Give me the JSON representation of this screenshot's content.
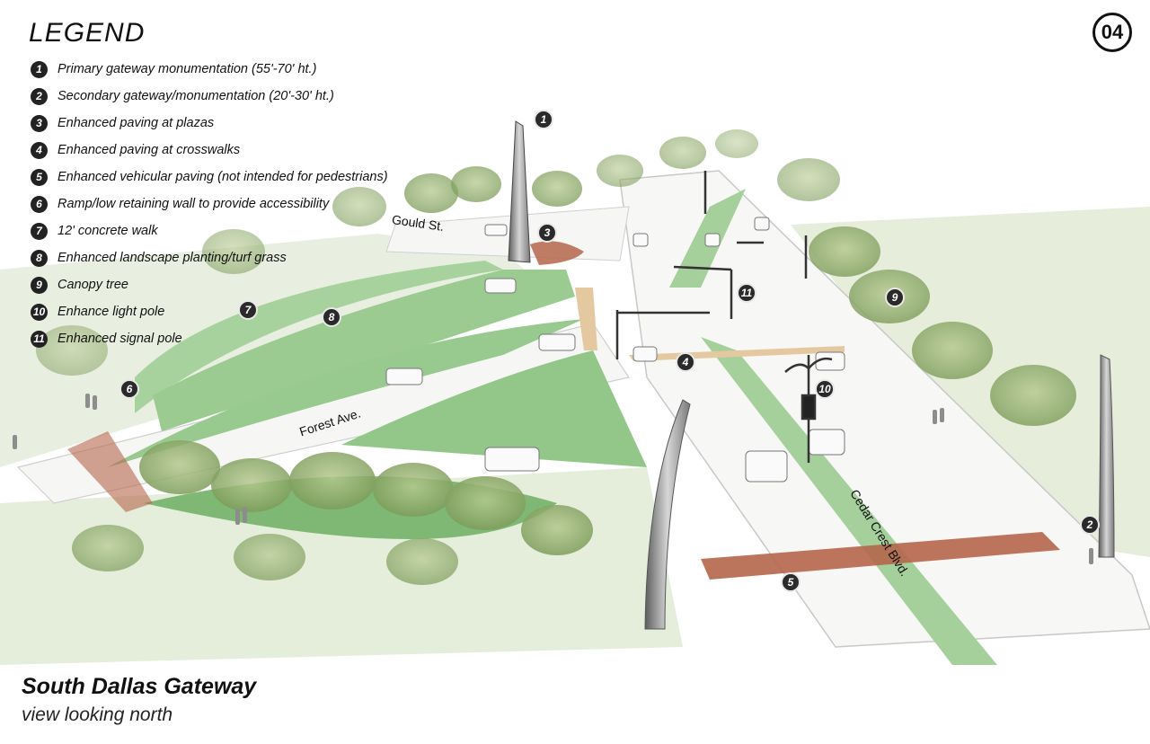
{
  "sheet_number": "04",
  "legend": {
    "title": "LEGEND",
    "items": [
      {
        "num": "1",
        "label": "Primary gateway monumentation (55'-70' ht.)"
      },
      {
        "num": "2",
        "label": "Secondary gateway/monumentation (20'-30' ht.)"
      },
      {
        "num": "3",
        "label": "Enhanced paving at plazas"
      },
      {
        "num": "4",
        "label": "Enhanced paving at crosswalks"
      },
      {
        "num": "5",
        "label": "Enhanced vehicular paving (not intended for pedestrians)"
      },
      {
        "num": "6",
        "label": "Ramp/low retaining wall to provide accessibility"
      },
      {
        "num": "7",
        "label": "12' concrete walk"
      },
      {
        "num": "8",
        "label": "Enhanced landscape planting/turf grass"
      },
      {
        "num": "9",
        "label": "Canopy tree"
      },
      {
        "num": "10",
        "label": "Enhance light pole"
      },
      {
        "num": "11",
        "label": "Enhanced signal pole"
      }
    ]
  },
  "streets": {
    "gould": "Gould St.",
    "forest": "Forest Ave.",
    "cedar": "Cedar Crest Blvd."
  },
  "callouts": [
    "1",
    "2",
    "3",
    "4",
    "5",
    "6",
    "7",
    "8",
    "9",
    "10",
    "11"
  ],
  "title": "South Dallas Gateway",
  "subtitle": "view looking north",
  "colors": {
    "grass": "#9fcf98",
    "grass_dark": "#79b872",
    "brick": "#b5664b",
    "tree": "#8aa866",
    "road": "#f2f2f0",
    "monument": "#8a8a8a"
  }
}
